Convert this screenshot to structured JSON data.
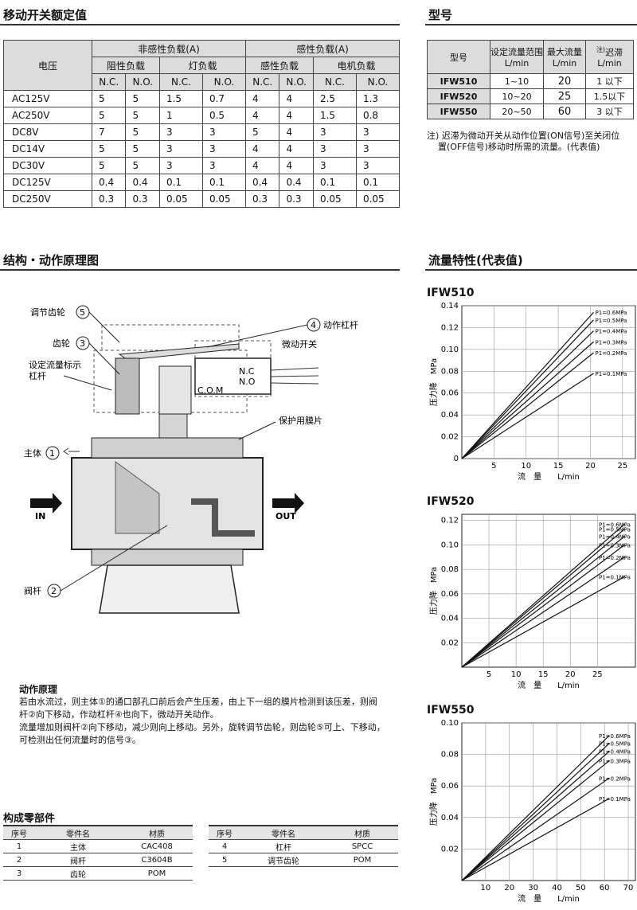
{
  "switch_section": {
    "title": "移动开关额定值",
    "header_voltage": "电压",
    "header_noninductive": "非感性负载(A)",
    "header_inductive": "感性负载(A)",
    "sub_resistive": "阻性负载",
    "sub_lamp": "灯负载",
    "sub_inductive": "感性负载",
    "sub_motor": "电机负载",
    "nc": "N.C.",
    "no": "N.O.",
    "rows": [
      {
        "v": "AC125V",
        "c": [
          "5",
          "5",
          "1.5",
          "0.7",
          "4",
          "4",
          "2.5",
          "1.3"
        ]
      },
      {
        "v": "AC250V",
        "c": [
          "5",
          "5",
          "1",
          "0.5",
          "4",
          "4",
          "1.5",
          "0.8"
        ]
      },
      {
        "v": "DC8V",
        "c": [
          "7",
          "5",
          "3",
          "3",
          "5",
          "4",
          "3",
          "3"
        ]
      },
      {
        "v": "DC14V",
        "c": [
          "5",
          "5",
          "3",
          "3",
          "4",
          "4",
          "3",
          "3"
        ]
      },
      {
        "v": "DC30V",
        "c": [
          "5",
          "5",
          "3",
          "3",
          "4",
          "4",
          "3",
          "3"
        ]
      },
      {
        "v": "DC125V",
        "c": [
          "0.4",
          "0.4",
          "0.1",
          "0.1",
          "0.4",
          "0.4",
          "0.1",
          "0.1"
        ]
      },
      {
        "v": "DC250V",
        "c": [
          "0.3",
          "0.3",
          "0.05",
          "0.05",
          "0.3",
          "0.3",
          "0.05",
          "0.05"
        ]
      }
    ]
  },
  "model_section": {
    "title": "型号",
    "h_model": "型号",
    "h_range": "设定流量范围 L/min",
    "h_max": "最大流量 L/min",
    "h_hyst_sup": "注)",
    "h_hyst": "迟滞 L/min",
    "rows": [
      {
        "m": "IFW510",
        "r": "1~10",
        "max": "20",
        "h": "1 以下"
      },
      {
        "m": "IFW520",
        "r": "10~20",
        "max": "25",
        "h": "1.5以下"
      },
      {
        "m": "IFW550",
        "r": "20~50",
        "max": "60",
        "h": "3 以下"
      }
    ],
    "note_1": "注) 迟滞为微动开关从动作位置(ON信号)至关闭位",
    "note_2": "置(OFF信号)移动时所需的流量。(代表值)"
  },
  "structure_section": {
    "title": "结构・动作原理图",
    "labels": {
      "gear_adj": "调节齿轮",
      "gear": "齿轮",
      "indicator_1": "设定流量标示",
      "indicator_2": "杠杆",
      "body": "主体",
      "stem": "阀杆",
      "lever": "动作杠杆",
      "microswitch": "微动开关",
      "membrane": "保护用膜片",
      "nc": "N.C",
      "no": "N.O",
      "com": "C.O.M",
      "in": "IN",
      "out": "OUT",
      "n1": "1",
      "n2": "2",
      "n3": "3",
      "n4": "4",
      "n5": "5"
    },
    "principle_title": "动作原理",
    "principle_lines": [
      "若由水流过，则主体①的通口部孔口前后会产生压差，由上下一组的膜片检测到该压差，则阀",
      "杆②向下移动，作动杠杆④也向下，微动开关动作。",
      "流量增加则阀杆②向下移动，减少则向上移动。另外，旋转调节齿轮，则齿轮⑤可上、下移动，",
      "可检测出任何流量时的信号③。"
    ]
  },
  "parts_section": {
    "title": "构成零部件",
    "h_no": "序号",
    "h_name": "零件名",
    "h_mat": "材质",
    "left": [
      {
        "n": "1",
        "name": "主体",
        "mat": "CAC408"
      },
      {
        "n": "2",
        "name": "阀杆",
        "mat": "C3604B"
      },
      {
        "n": "3",
        "name": "齿轮",
        "mat": "POM"
      }
    ],
    "right": [
      {
        "n": "4",
        "name": "杠杆",
        "mat": "SPCC"
      },
      {
        "n": "5",
        "name": "调节齿轮",
        "mat": "POM"
      }
    ]
  },
  "flow_section": {
    "title": "流量特性(代表值)",
    "ylabel": "压力降　MPa",
    "xlabel": "流　量　　L/min"
  },
  "chart_data": [
    {
      "type": "line",
      "title": "IFW510",
      "xlabel": "流　量　　L/min",
      "ylabel": "压力降　MPa",
      "xlim": [
        0,
        27
      ],
      "ylim": [
        0,
        0.14
      ],
      "xticks": [
        "5",
        "10",
        "15",
        "20",
        "25"
      ],
      "xtickvals": [
        5,
        10,
        15,
        20,
        25
      ],
      "yticks": [
        "0",
        "0.02",
        "0.04",
        "0.06",
        "0.08",
        "0.10",
        "0.12",
        "0.14"
      ],
      "ytickvals": [
        0,
        0.02,
        0.04,
        0.06,
        0.08,
        0.1,
        0.12,
        0.14
      ],
      "series": [
        {
          "name": "P1=0.6MPa",
          "x": [
            0,
            20.5
          ],
          "y": [
            0,
            0.134
          ]
        },
        {
          "name": "P1=0.5MPa",
          "x": [
            0,
            20.5
          ],
          "y": [
            0,
            0.127
          ]
        },
        {
          "name": "P1=0.4MPa",
          "x": [
            0,
            20.5
          ],
          "y": [
            0,
            0.117
          ]
        },
        {
          "name": "P1=0.3MPa",
          "x": [
            0,
            20.5
          ],
          "y": [
            0,
            0.107
          ]
        },
        {
          "name": "P1=0.2MPa",
          "x": [
            0,
            20.5
          ],
          "y": [
            0,
            0.097
          ]
        },
        {
          "name": "P1=0.1MPa",
          "x": [
            0,
            20.5
          ],
          "y": [
            0,
            0.078
          ]
        }
      ]
    },
    {
      "type": "line",
      "title": "IFW520",
      "xlabel": "流　量　　L/min",
      "ylabel": "压力降　MPa",
      "xlim": [
        0,
        32
      ],
      "ylim": [
        0,
        0.125
      ],
      "xticks": [
        "5",
        "10",
        "15",
        "20",
        "25"
      ],
      "xtickvals": [
        5,
        10,
        15,
        20,
        25
      ],
      "yticks": [
        "0.02",
        "0.04",
        "0.06",
        "0.08",
        "0.10",
        "0.12"
      ],
      "ytickvals": [
        0.02,
        0.04,
        0.06,
        0.08,
        0.1,
        0.12
      ],
      "series": [
        {
          "name": "P1=0.6MPa",
          "x": [
            0,
            30
          ],
          "y": [
            0,
            0.117
          ]
        },
        {
          "name": "P1=0.5MPa",
          "x": [
            0,
            30
          ],
          "y": [
            0,
            0.113
          ]
        },
        {
          "name": "P1=0.4MPa",
          "x": [
            0,
            30
          ],
          "y": [
            0,
            0.107
          ]
        },
        {
          "name": "P1=0.3MPa",
          "x": [
            0,
            30
          ],
          "y": [
            0,
            0.1
          ]
        },
        {
          "name": "P1=0.2MPa",
          "x": [
            0,
            30
          ],
          "y": [
            0,
            0.09
          ]
        },
        {
          "name": "P1=0.1MPa",
          "x": [
            0,
            30
          ],
          "y": [
            0,
            0.074
          ]
        }
      ]
    },
    {
      "type": "line",
      "title": "IFW550",
      "xlabel": "流　量　　L/min",
      "ylabel": "压力降　MPa",
      "xlim": [
        0,
        73
      ],
      "ylim": [
        0,
        0.1
      ],
      "xticks": [
        "10",
        "20",
        "30",
        "40",
        "50",
        "60",
        "70"
      ],
      "xtickvals": [
        10,
        20,
        30,
        40,
        50,
        60,
        70
      ],
      "yticks": [
        "0.02",
        "0.04",
        "0.06",
        "0.08",
        "0.10"
      ],
      "ytickvals": [
        0.02,
        0.04,
        0.06,
        0.08,
        0.1
      ],
      "series": [
        {
          "name": "P1=0.6MPa",
          "x": [
            0,
            62
          ],
          "y": [
            0,
            0.092
          ]
        },
        {
          "name": "P1=0.5MPa",
          "x": [
            0,
            62
          ],
          "y": [
            0,
            0.087
          ]
        },
        {
          "name": "P1=0.4MPa",
          "x": [
            0,
            62
          ],
          "y": [
            0,
            0.082
          ]
        },
        {
          "name": "P1=0.3MPa",
          "x": [
            0,
            62
          ],
          "y": [
            0,
            0.076
          ]
        },
        {
          "name": "P1=0.2MPa",
          "x": [
            0,
            62
          ],
          "y": [
            0,
            0.065
          ]
        },
        {
          "name": "P1=0.1MPa",
          "x": [
            0,
            62
          ],
          "y": [
            0,
            0.052
          ]
        }
      ]
    }
  ]
}
